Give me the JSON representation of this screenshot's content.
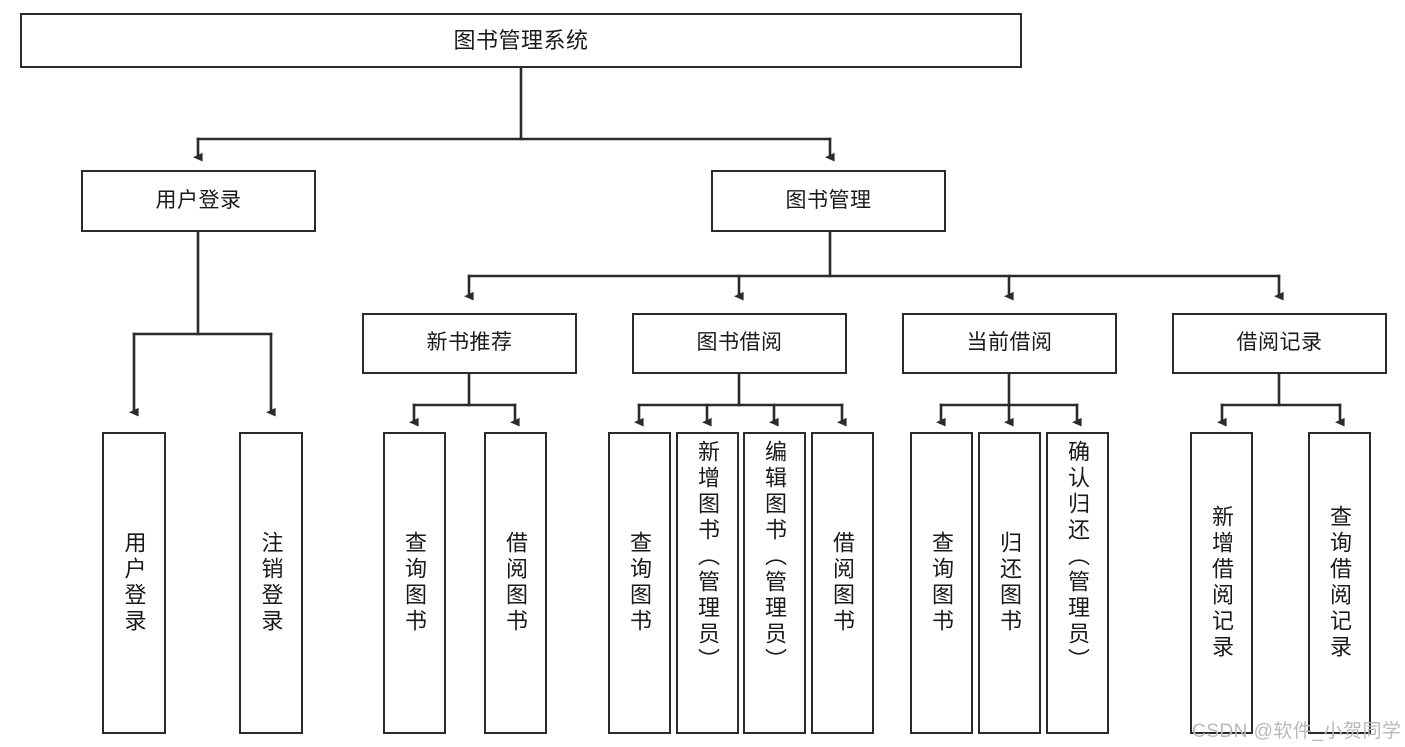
{
  "diagram": {
    "type": "tree",
    "title": "图书管理系统",
    "watermark": "CSDN @软件_小贺同学",
    "colors": {
      "stroke": "#2b2b2b",
      "fill": "#ffffff",
      "text": "#1a1a1a",
      "watermark": "#b9b9b9"
    },
    "nodes": {
      "root": {
        "label": "图书管理系统"
      },
      "level2": [
        {
          "id": "user-login",
          "label": "用户登录"
        },
        {
          "id": "book-manage",
          "label": "图书管理"
        }
      ],
      "level3": [
        {
          "id": "new-book-recommend",
          "label": "新书推荐"
        },
        {
          "id": "book-borrow",
          "label": "图书借阅"
        },
        {
          "id": "current-borrow",
          "label": "当前借阅"
        },
        {
          "id": "borrow-record",
          "label": "借阅记录"
        }
      ],
      "leaves": {
        "user_login": [
          {
            "id": "leaf-user-login",
            "label": "用户登录"
          },
          {
            "id": "leaf-logout-login",
            "label": "注销登录"
          }
        ],
        "new_book_recommend": [
          {
            "id": "leaf-query-book-1",
            "label": "查询图书"
          },
          {
            "id": "leaf-borrow-book-1",
            "label": "借阅图书"
          }
        ],
        "book_borrow": [
          {
            "id": "leaf-query-book-2",
            "label": "查询图书"
          },
          {
            "id": "leaf-add-book",
            "label": "新增图书（管理员）"
          },
          {
            "id": "leaf-edit-book",
            "label": "编辑图书（管理员）"
          },
          {
            "id": "leaf-borrow-book-2",
            "label": "借阅图书"
          }
        ],
        "current_borrow": [
          {
            "id": "leaf-query-book-3",
            "label": "查询图书"
          },
          {
            "id": "leaf-return-book",
            "label": "归还图书"
          },
          {
            "id": "leaf-confirm-return",
            "label": "确认归还（管理员）"
          }
        ],
        "borrow_record": [
          {
            "id": "leaf-add-record",
            "label": "新增借阅记录"
          },
          {
            "id": "leaf-query-record",
            "label": "查询借阅记录"
          }
        ]
      }
    }
  }
}
